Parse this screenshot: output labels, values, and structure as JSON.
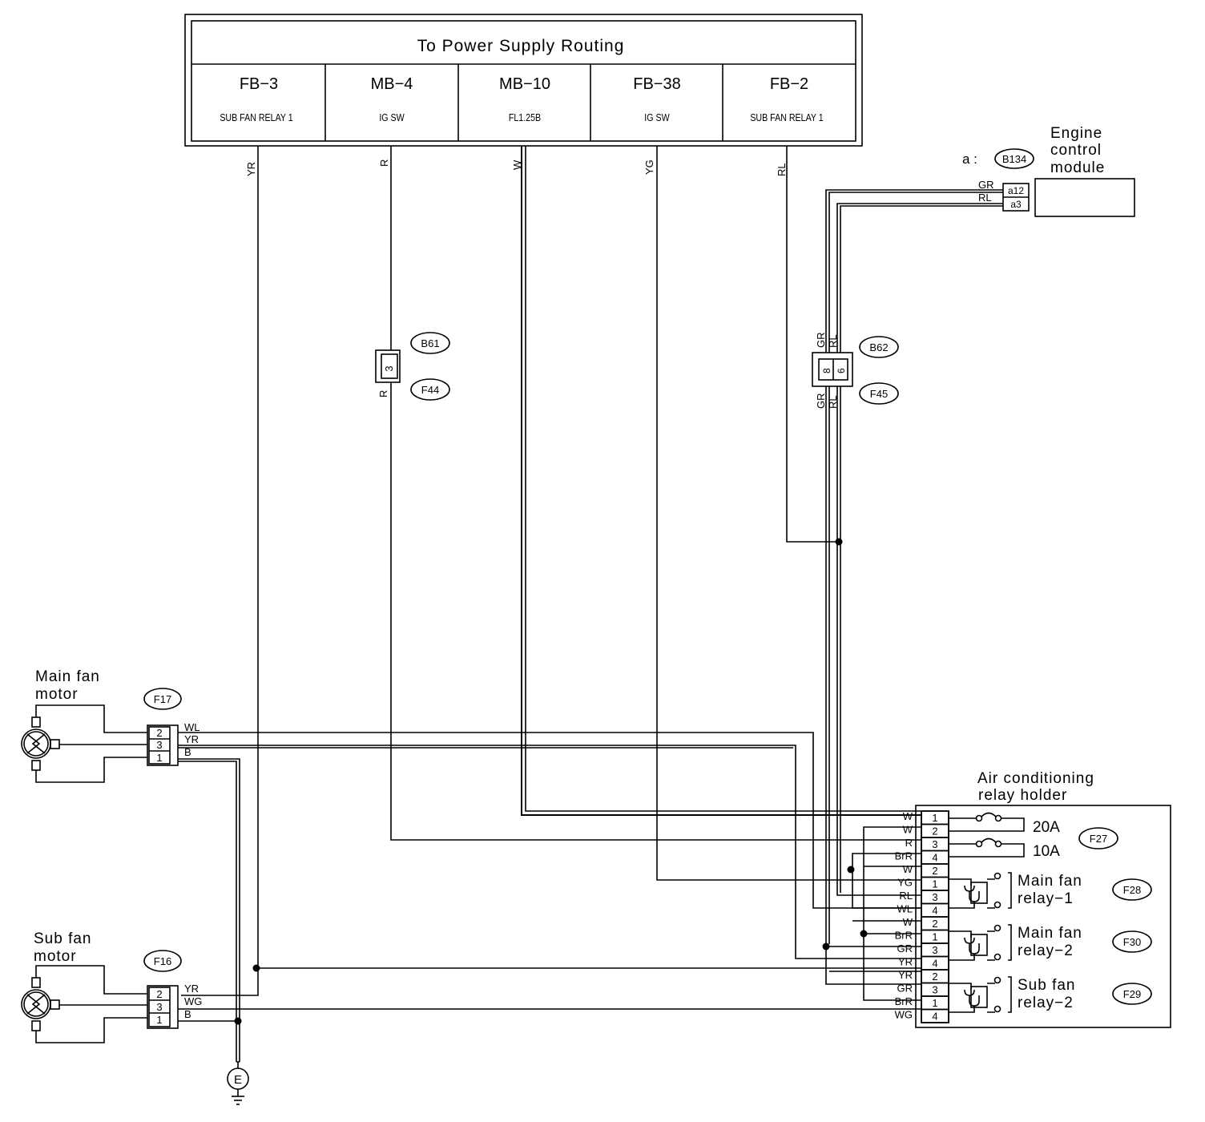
{
  "power_supply": {
    "title": "To Power Supply Routing",
    "terminals": [
      {
        "code": "FB−3",
        "desc": "SUB FAN RELAY 1"
      },
      {
        "code": "MB−4",
        "desc": "IG SW"
      },
      {
        "code": "MB−10",
        "desc": "FL1.25B"
      },
      {
        "code": "FB−38",
        "desc": "IG SW"
      },
      {
        "code": "FB−2",
        "desc": "SUB FAN RELAY 1"
      }
    ]
  },
  "wire_colors_top": [
    "YR",
    "R",
    "W",
    "YG",
    "RL"
  ],
  "ecm": {
    "title_lines": [
      "Engine",
      "control",
      "module"
    ],
    "prefix": "a :",
    "connector": "B134",
    "pins": [
      "a12",
      "a3"
    ],
    "wires": [
      "GR",
      "RL"
    ]
  },
  "connectors": {
    "b61": "B61",
    "f44": "F44",
    "b61_pin": "3",
    "b61_wire": "R",
    "b62": "B62",
    "f45": "F45",
    "b62_pins": [
      "8",
      "6"
    ],
    "b62_wires_top": [
      "GR",
      "RL"
    ],
    "b62_wires_bottom": [
      "GR",
      "RL"
    ]
  },
  "main_fan_motor": {
    "title_lines": [
      "Main fan",
      "motor"
    ],
    "connector": "F17",
    "pins": [
      "2",
      "3",
      "1"
    ],
    "wires": [
      "WL",
      "YR",
      "B"
    ]
  },
  "sub_fan_motor": {
    "title_lines": [
      "Sub fan",
      "motor"
    ],
    "connector": "F16",
    "pins": [
      "2",
      "3",
      "1"
    ],
    "wires": [
      "YR",
      "WG",
      "B"
    ]
  },
  "ground": {
    "label": "E"
  },
  "relay_holder": {
    "title_lines": [
      "Air conditioning",
      "relay holder"
    ],
    "wires": [
      "W",
      "W",
      "R",
      "BrR",
      "W",
      "YG",
      "RL",
      "WL",
      "W",
      "BrR",
      "GR",
      "YR",
      "YR",
      "GR",
      "BrR",
      "WG"
    ],
    "pins": [
      "1",
      "2",
      "3",
      "4",
      "2",
      "1",
      "3",
      "4",
      "2",
      "1",
      "3",
      "4",
      "2",
      "3",
      "1",
      "4"
    ],
    "fuses": [
      {
        "rating": "20A"
      },
      {
        "rating": "10A"
      }
    ],
    "fuse_connector": "F27",
    "relays": [
      {
        "lines": [
          "Main fan",
          "relay−1"
        ],
        "connector": "F28"
      },
      {
        "lines": [
          "Main fan",
          "relay−2"
        ],
        "connector": "F30"
      },
      {
        "lines": [
          "Sub fan",
          "relay−2"
        ],
        "connector": "F29"
      }
    ]
  }
}
